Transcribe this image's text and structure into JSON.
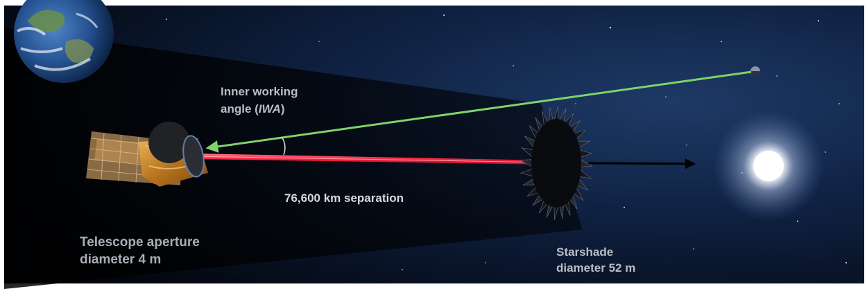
{
  "labels": {
    "iwa_line1": "Inner working",
    "iwa_line2_prefix": "angle (",
    "iwa_abbrev": "IWA",
    "iwa_line2_suffix": ")",
    "separation": "76,600 km separation",
    "telescope_line1": "Telescope aperture",
    "telescope_line2": "diameter 4 m",
    "starshade_line1": "Starshade",
    "starshade_line2": "diameter 52 m"
  },
  "colors": {
    "space_dark": "#05070f",
    "space_mid": "#112244",
    "shadow_cone": "#000000",
    "planet_light": "#7fd36b",
    "star_light": "#ff2a4a",
    "arrow": "#000000",
    "label_text": "#c9ccd4",
    "telescope_gold": "#c98a2b"
  },
  "icons": {
    "earth": "earth-globe",
    "telescope": "space-telescope",
    "starshade": "starshade-petals",
    "planet": "exoplanet",
    "star": "host-star"
  }
}
